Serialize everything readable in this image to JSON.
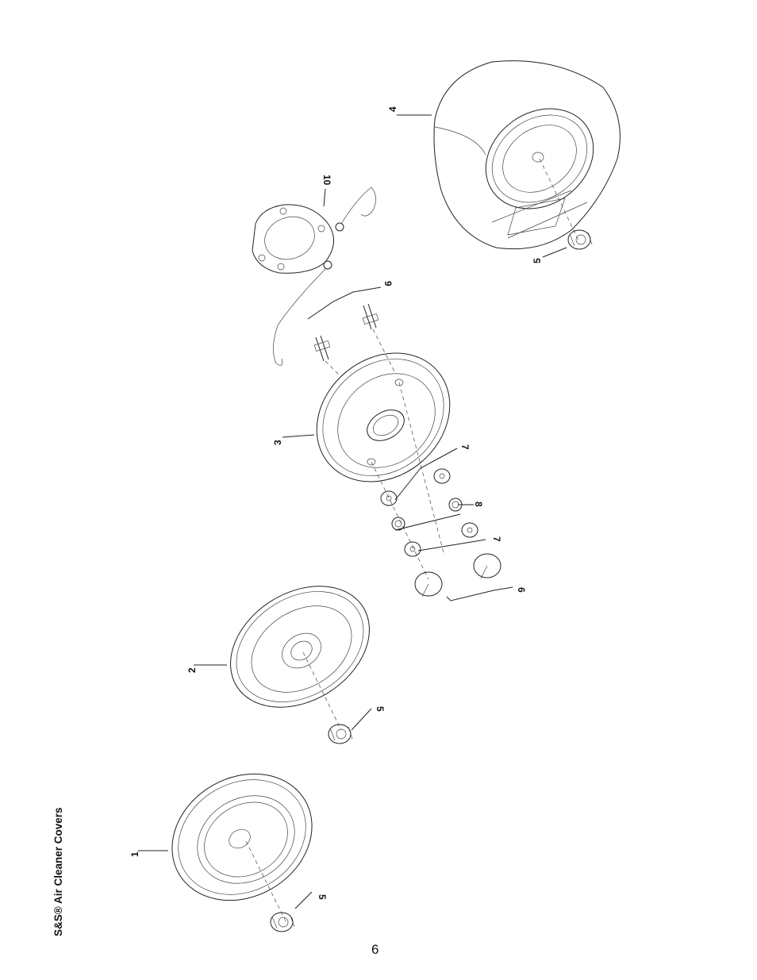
{
  "page": {
    "title": "S&S® Air Cleaner Covers",
    "page_number": "6"
  },
  "callouts": {
    "c1": "1",
    "c2": "2",
    "c3": "3",
    "c4": "4",
    "c5a": "5",
    "c5b": "5",
    "c5c": "5",
    "c6": "6",
    "c7a": "7",
    "c7b": "7",
    "c8": "8",
    "c9": "9",
    "c10": "10"
  }
}
